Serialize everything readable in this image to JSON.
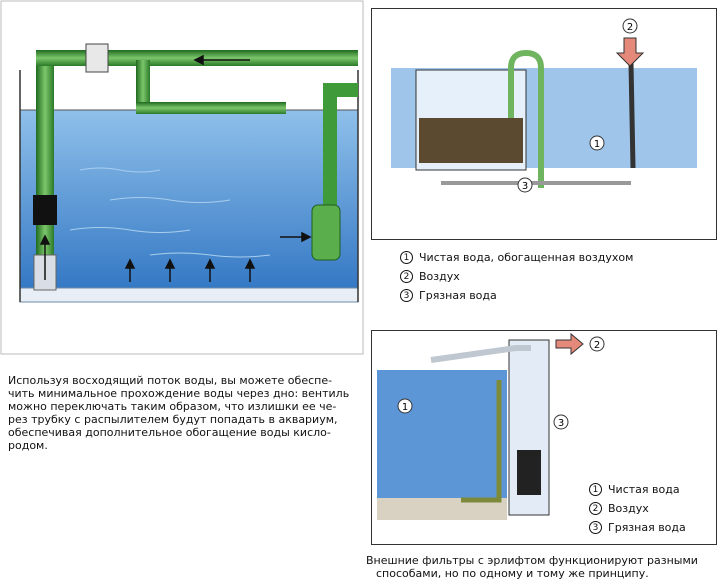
{
  "left_panel": {
    "caption_lines": [
      "Используя восходящий поток воды, вы можете обеспе-",
      "чить минимальное прохождение воды через дно: вентиль",
      "можно переключать таким образом, что излишки ее че-",
      "рез трубку с распылителем будут попадать в аквариум,",
      "обеспечивая дополнительное обогащение воды кисло-",
      "родом."
    ]
  },
  "top_right_panel": {
    "legend": [
      {
        "num": "1",
        "label": "Чистая вода, обогащенная воздухом"
      },
      {
        "num": "2",
        "label": "Воздух"
      },
      {
        "num": "3",
        "label": "Грязная вода"
      }
    ],
    "callouts": [
      "1",
      "2",
      "3"
    ]
  },
  "bottom_right_panel": {
    "legend": [
      {
        "num": "1",
        "label": "Чистая вода"
      },
      {
        "num": "2",
        "label": "Воздух"
      },
      {
        "num": "3",
        "label": "Грязная вода"
      }
    ],
    "callouts": [
      "1",
      "2",
      "3"
    ],
    "caption_lines": [
      "Внешние фильтры с эрлифтом функционируют разными",
      "способами, но по одному и тому же принципу."
    ]
  },
  "colors": {
    "water": "#4e8fd0",
    "pipe_green": "#3f9a3a",
    "frame": "#1a1a1a",
    "arrow_red": "#e58a7a"
  }
}
